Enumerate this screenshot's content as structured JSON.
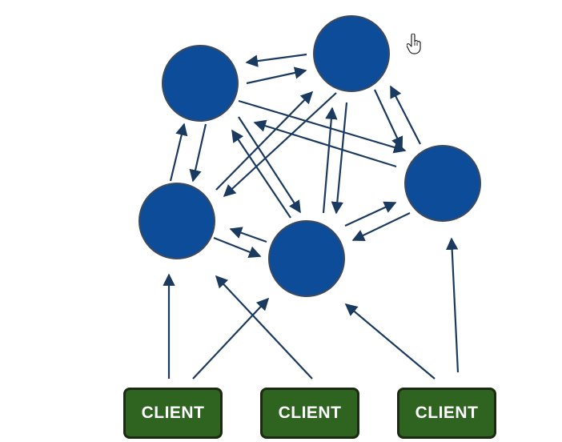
{
  "diagram": {
    "node_color": "#0d4c98",
    "edge_color": "#1b3a60",
    "client_color": "#2f6320",
    "clients": [
      {
        "label": "CLIENT"
      },
      {
        "label": "CLIENT"
      },
      {
        "label": "CLIENT"
      }
    ],
    "cursor_icon": "hand-pointer-icon"
  }
}
